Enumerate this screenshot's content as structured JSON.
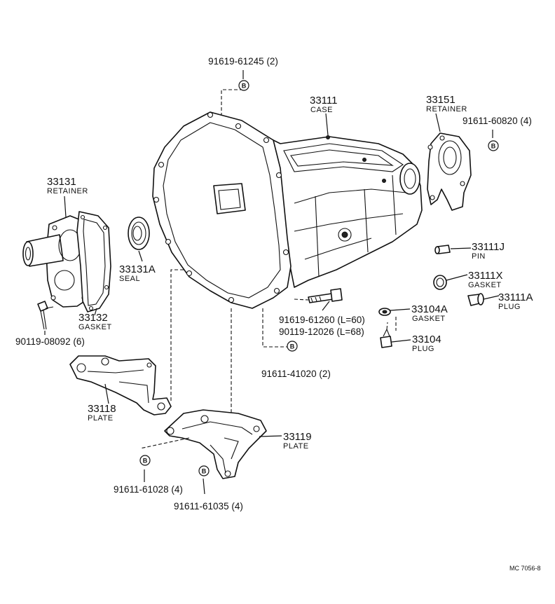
{
  "labels": {
    "bolt_b_top": "91619-61245 (2)",
    "case_num": "33111",
    "case_name": "CASE",
    "retainer_r_num": "33151",
    "retainer_r_name": "RETAINER",
    "bolt_b_right": "91611-60820 (4)",
    "retainer_l_num": "33131",
    "retainer_l_name": "RETAINER",
    "seal_num": "33131A",
    "seal_name": "SEAL",
    "pin_num": "33111J",
    "pin_name": "PIN",
    "gasket_x_num": "33111X",
    "gasket_x_name": "GASKET",
    "plug_a_num": "33111A",
    "plug_a_name": "PLUG",
    "gasket_l_num": "33132",
    "gasket_l_name": "GASKET",
    "bolt_left": "90119-08092 (6)",
    "bolt_mid_1": "91619-61260 (L=60)",
    "bolt_mid_2": "90119-12026 (L=68)",
    "gasket_104a_num": "33104A",
    "gasket_104a_name": "GASKET",
    "plug_104_num": "33104",
    "plug_104_name": "PLUG",
    "bolt_b_mid": "91611-41020 (2)",
    "plate_l_num": "33118",
    "plate_l_name": "PLATE",
    "plate_r_num": "33119",
    "plate_r_name": "PLATE",
    "bolt_b_bl": "91611-61028 (4)",
    "bolt_b_br": "91611-61035 (4)",
    "ref_code": "MC 7056-8",
    "bolt_marker": "B"
  }
}
